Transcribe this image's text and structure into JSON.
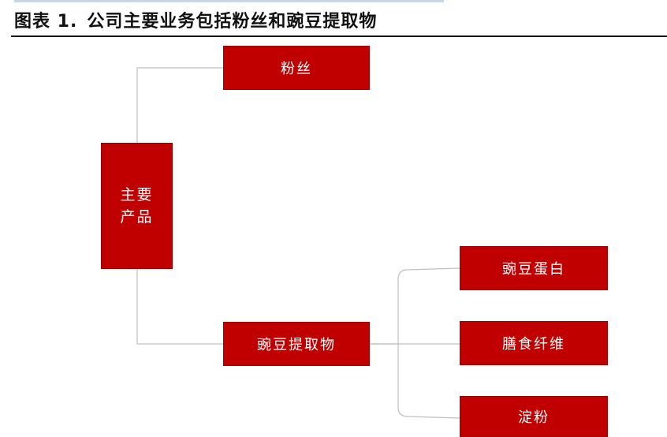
{
  "caption": {
    "label": "图表 1.",
    "title": "公司主要业务包括粉丝和豌豆提取物"
  },
  "colors": {
    "node_fill": "#c00000",
    "node_text": "#ffffff",
    "connector": "#bfbfbf"
  },
  "nodes": {
    "main_products": "主要产品",
    "vermicelli": "粉丝",
    "pea_extract": "豌豆提取物",
    "pea_protein": "豌豆蛋白",
    "dietary_fiber": "膳食纤维",
    "starch": "淀粉"
  }
}
